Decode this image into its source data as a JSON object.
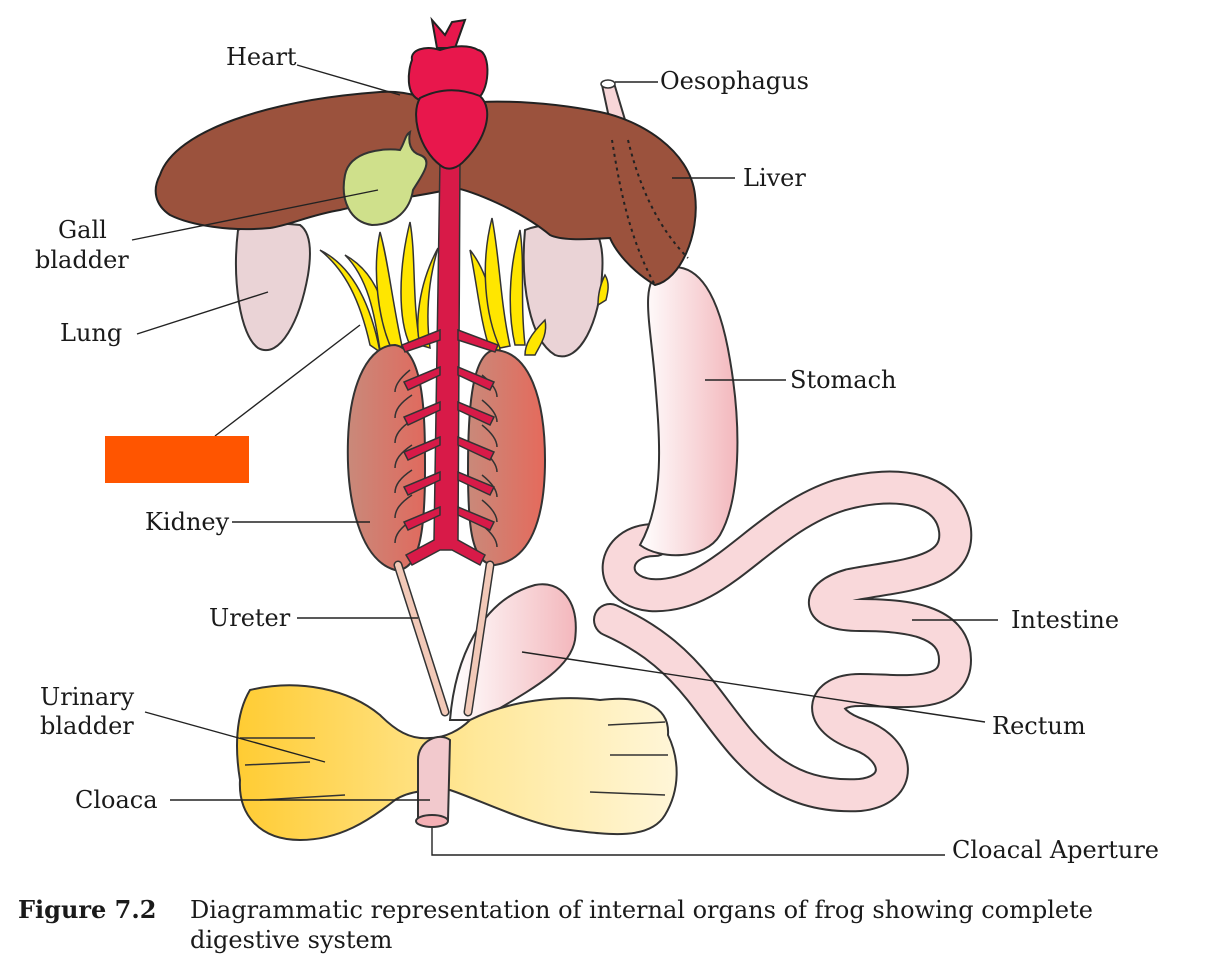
{
  "labels": {
    "heart": "Heart",
    "oesophagus": "Oesophagus",
    "liver": "Liver",
    "gall_bladder_line1": "Gall",
    "gall_bladder_line2": "bladder",
    "lung": "Lung",
    "stomach": "Stomach",
    "kidney": "Kidney",
    "ureter": "Ureter",
    "intestine": "Intestine",
    "rectum": "Rectum",
    "urinary_bladder_line1": "Urinary",
    "urinary_bladder_line2": "bladder",
    "cloaca": "Cloaca",
    "cloacal_aperture": "Cloacal Aperture"
  },
  "caption": {
    "number": "Figure 7.2",
    "text": "Diagrammatic representation of internal organs of frog showing complete digestive system"
  },
  "colors": {
    "heart": "#e8174c",
    "liver": "#9b523d",
    "gall_bladder": "#cfe08b",
    "lung": "#ead3d6",
    "fat_bodies": "#ffe600",
    "kidney": "#c97a6e",
    "dorsal_aorta": "#d81a48",
    "gut": "#f6c9cc",
    "urinary_bladder": "#ffd84a",
    "redaction_box": "#ff5500"
  }
}
